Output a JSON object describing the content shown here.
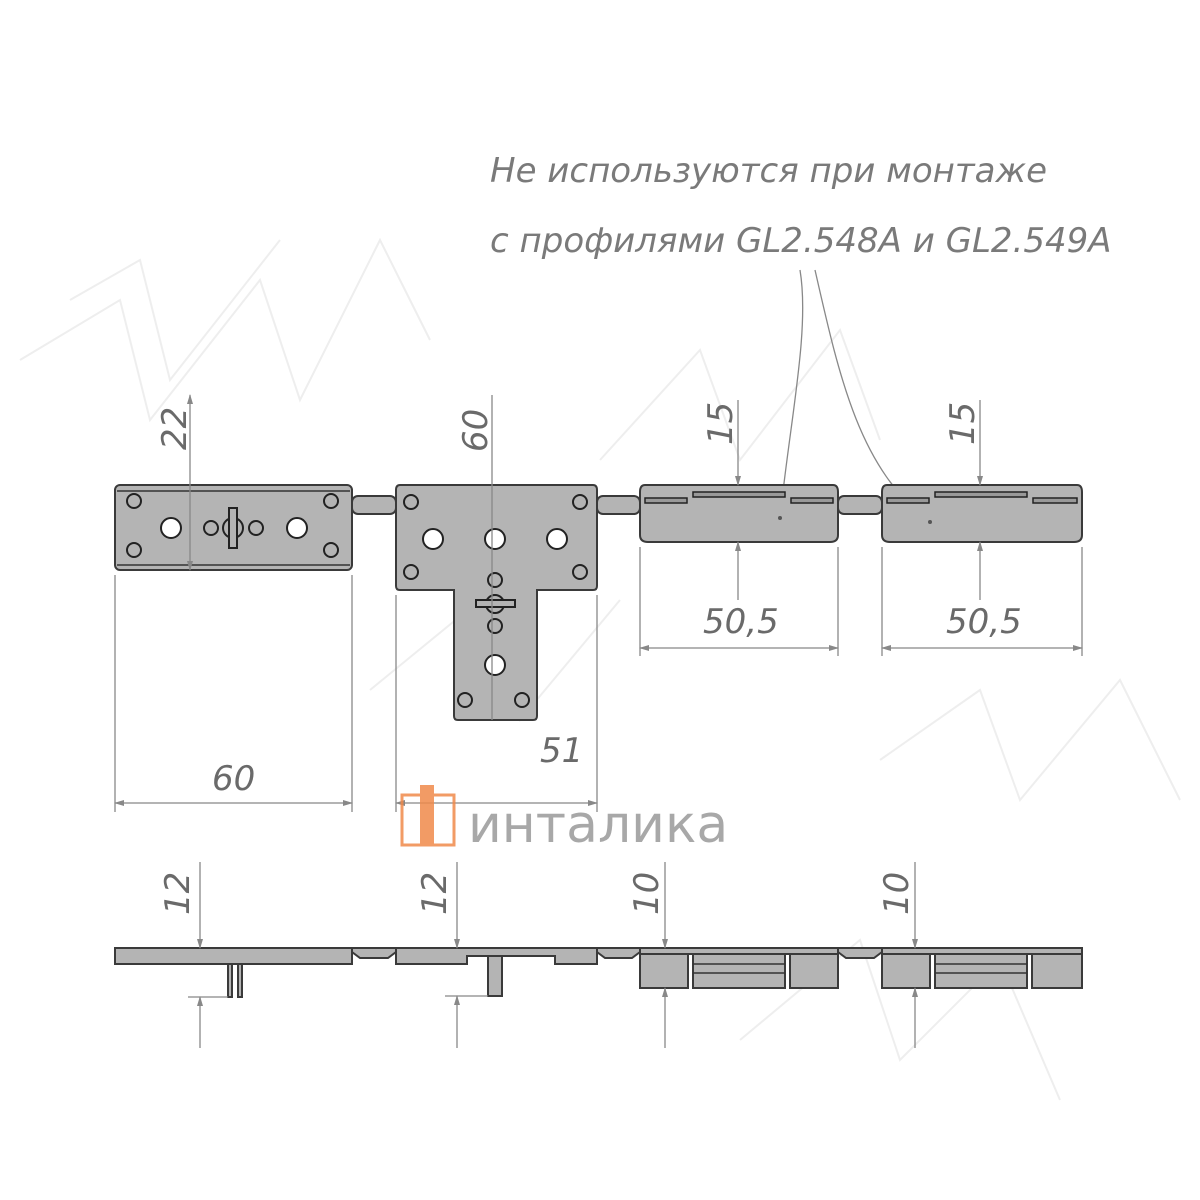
{
  "note": {
    "line1": "Не используются при монтаже",
    "line2": "с профилями GL2.548A и GL2.549A"
  },
  "dimensions_top": {
    "part1_height": "22",
    "part1_width": "60",
    "part2_height": "60",
    "part2_width": "51",
    "part3_height": "15",
    "part3_width": "50,5",
    "part4_height": "15",
    "part4_width": "50,5"
  },
  "dimensions_side": {
    "part1_thickness": "12",
    "part2_thickness": "12",
    "part3_thickness": "10",
    "part4_thickness": "10"
  },
  "logo": {
    "text": "инталика",
    "color": "#f08a4b"
  },
  "colors": {
    "part_fill": "#b4b4b4",
    "outline": "#3a3a3a",
    "dimension": "#888888"
  }
}
